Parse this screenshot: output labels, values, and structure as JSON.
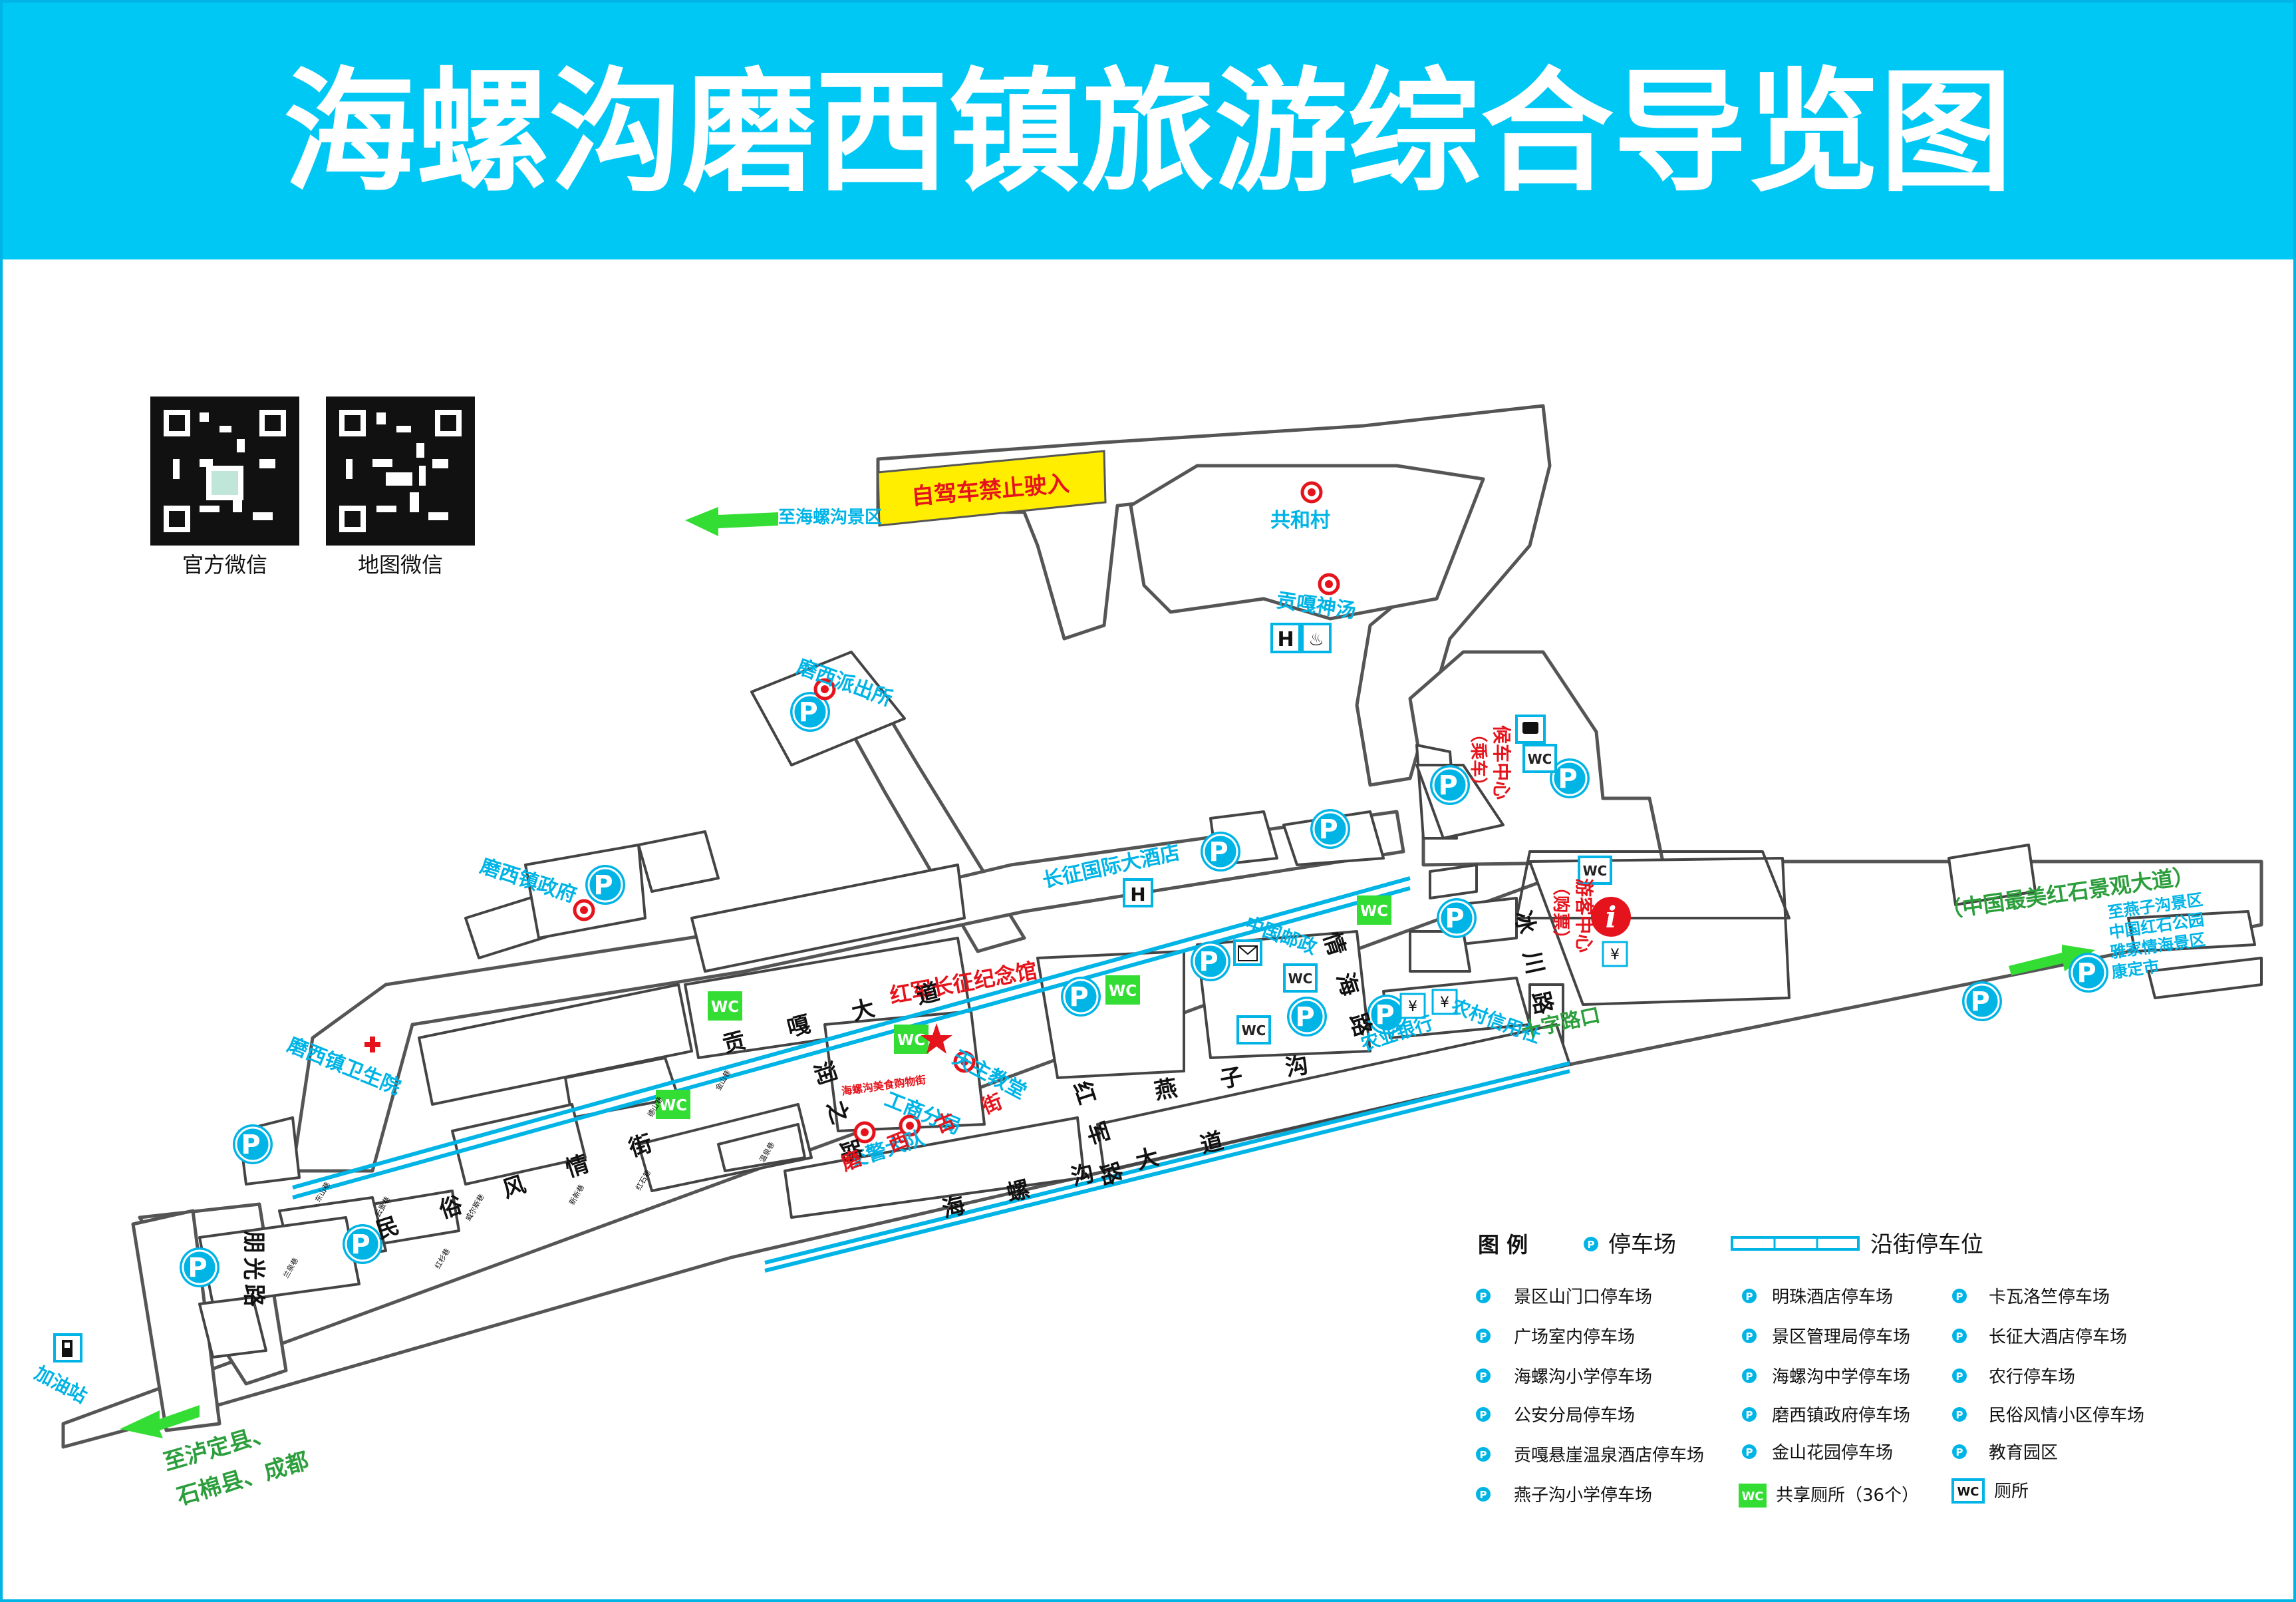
{
  "title": "海螺沟磨西镇旅游综合导览图",
  "colors": {
    "banner": "#00c8f5",
    "cyan": "#00b4e6",
    "red": "#e5131b",
    "green": "#33dd33",
    "yellow": "#ffee00",
    "road_stroke": "#555555",
    "road_fill": "#ffffff"
  },
  "qr": {
    "official_label": "官方微信",
    "map_label": "地图微信"
  },
  "notices": {
    "no_self_drive": "自驾车禁止驶入"
  },
  "directions": {
    "to_hailuogou": "至海螺沟景区",
    "to_luding_1": "至泸定县、",
    "to_luding_2": "石棉县、成都",
    "scenic_avenue": "（中国最美红石景观大道）",
    "to_east_1": "至燕子沟景区",
    "to_east_2": "中国红石公园",
    "to_east_3": "雅家情海景区",
    "to_east_4": "康定市"
  },
  "places": {
    "gonghe_village": "共和村",
    "gongga_hotspring": "贡嘎神汤",
    "police_station": "磨西派出所",
    "town_government": "磨西镇政府",
    "health_center": "磨西镇卫生院",
    "gas_station": "加油站",
    "changzheng_hotel": "长征国际大酒店",
    "bus_center_1": "候车中心",
    "bus_center_2": "（乘车）",
    "visitor_center_1": "游客中心",
    "visitor_center_2": "（购票）",
    "red_army_memorial": "红军长征纪念馆",
    "catholic_church": "天主教堂",
    "commerce_branch": "工商分局",
    "traffic_police": "交警大队",
    "china_post": "中国邮政",
    "rural_credit": "农村信用社",
    "agri_bank": "农业银行",
    "crossroad": "十字路口",
    "food_street": "海螺沟美食购物街"
  },
  "roads": {
    "gongga_avenue": "贡嘎大道",
    "runzhi_road": "润之路",
    "minfeng_street": "民俗风情街",
    "mingguang_road": "朋光路",
    "moxi_ancient_street": "磨西古街",
    "hongjun_road": "红军路",
    "yanzigou": "燕子沟",
    "qinghai_road": "情海路",
    "bingchuan_road": "冰川路",
    "hailuogou_avenue": "海螺沟大道"
  },
  "small_labels": [
    "金山巷",
    "德山巷",
    "新新巷",
    "威尔斯巷",
    "兰泉巷",
    "红杉巷",
    "红石巷",
    "东山巷",
    "云景巷",
    "温泉巷"
  ],
  "legend": {
    "heading": "图  例",
    "parking": "停车场",
    "street_parking": "沿街停车位",
    "items": [
      "景区山门口停车场",
      "明珠酒店停车场",
      "卡瓦洛竺停车场",
      "广场室内停车场",
      "景区管理局停车场",
      "长征大酒店停车场",
      "海螺沟小学停车场",
      "海螺沟中学停车场",
      "农行停车场",
      "公安分局停车场",
      "磨西镇政府停车场",
      "民俗风情小区停车场",
      "贡嘎悬崖温泉酒店停车场",
      "金山花园停车场",
      "教育园区",
      "燕子沟小学停车场"
    ],
    "shared_toilet": "共享厕所（36个）",
    "toilet": "厕所",
    "wc": "WC"
  },
  "icons": [
    "parking-icon",
    "toilet-icon",
    "hotel-icon",
    "hotspring-icon",
    "poi-dot-icon",
    "star-icon",
    "red-cross-icon",
    "fuel-icon",
    "info-icon",
    "bus-icon",
    "post-icon",
    "bank-icon",
    "arrow-icon"
  ]
}
